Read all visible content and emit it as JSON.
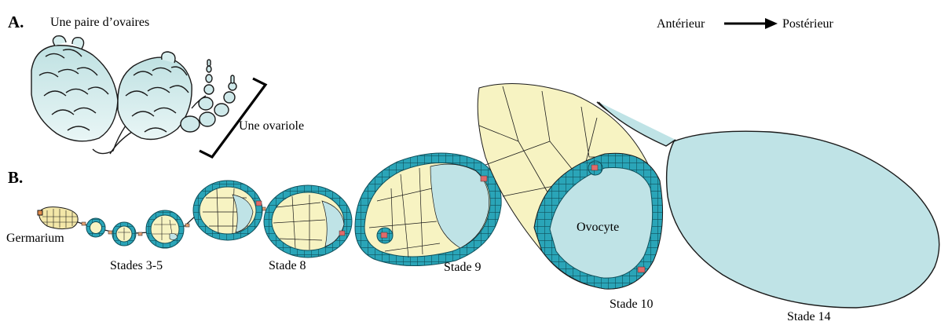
{
  "panel_a": {
    "letter": "A.",
    "title": "Une paire d’ovaires",
    "ovariole_label": "Une ovariole"
  },
  "axis": {
    "anterior": "Antérieur",
    "posterior": "Postérieur"
  },
  "panel_b": {
    "letter": "B.",
    "labels": {
      "germarium": "Germarium",
      "stages_3_5": "Stades 3-5",
      "stage_8": "Stade 8",
      "stage_9": "Stade 9",
      "oocyte": "Ovocyte",
      "stage_10": "Stade 10",
      "stage_14": "Stade 14"
    }
  },
  "colors": {
    "follicle_cells": "#2aa5b8",
    "nurse_cells": "#f7f3c2",
    "oocyte": "#bfe3e6",
    "ovary_fill": "#cfe9ea",
    "border_cells": "#e06a6a",
    "outline": "#1a1a1a"
  }
}
